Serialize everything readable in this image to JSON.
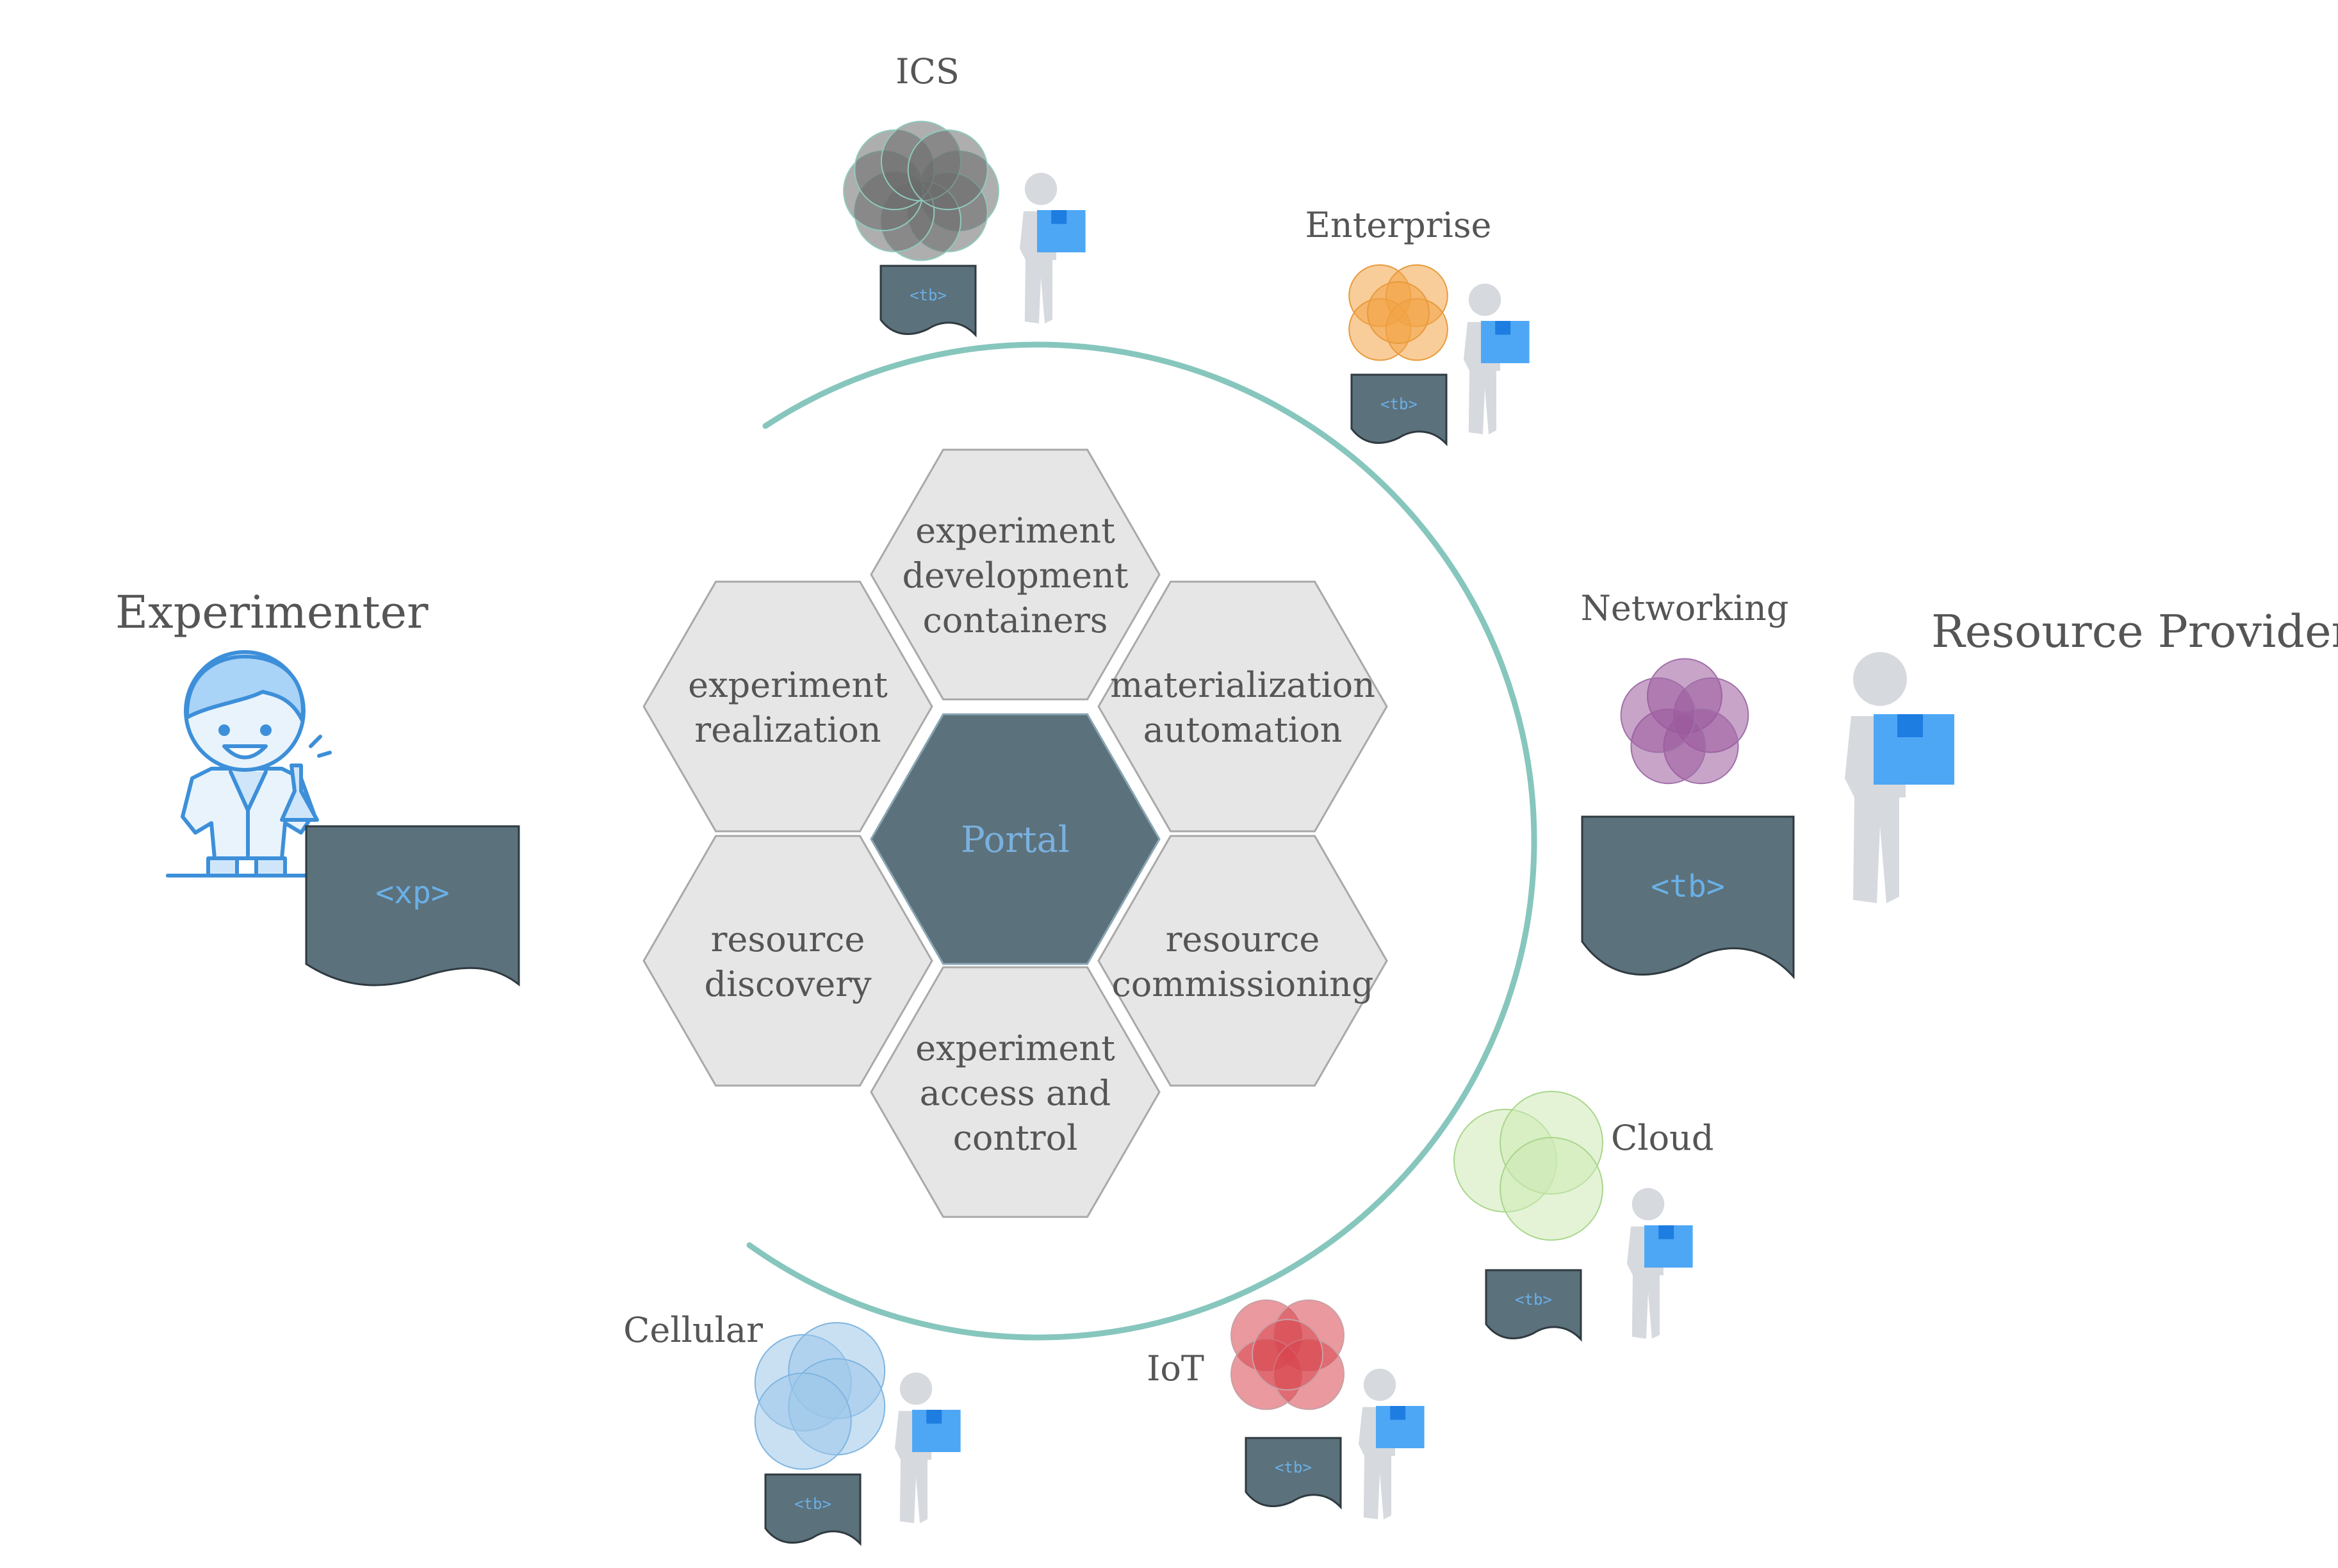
{
  "colors": {
    "hex_fill": "#e6e6e6",
    "hex_stroke": "#a9a9a9",
    "portal_fill": "#5b717c",
    "portal_text": "#7ab0de",
    "doc_fill": "#5b717c",
    "arc": "#86c6bd",
    "person": "#d6d9de",
    "box": "#4ea7f5",
    "box_dark": "#1e7de0",
    "label": "#555555"
  },
  "actors": {
    "experimenter": {
      "label": "Experimenter",
      "doc_label": "<xp>"
    },
    "resource_provider": {
      "label": "Resource Provider"
    }
  },
  "portal": {
    "center_label": "Portal",
    "modules": [
      {
        "name": "experiment-development-containers",
        "lines": [
          "experiment",
          "development",
          "containers"
        ]
      },
      {
        "name": "materialization-automation",
        "lines": [
          "materialization",
          "automation"
        ]
      },
      {
        "name": "resource-commissioning",
        "lines": [
          "resource",
          "commissioning"
        ]
      },
      {
        "name": "experiment-access-and-control",
        "lines": [
          "experiment",
          "access and",
          "control"
        ]
      },
      {
        "name": "resource-discovery",
        "lines": [
          "resource",
          "discovery"
        ]
      },
      {
        "name": "experiment-realization",
        "lines": [
          "experiment",
          "realization"
        ]
      }
    ]
  },
  "testbeds": [
    {
      "name": "ics",
      "label": "ICS",
      "doc_label": "<tb>",
      "color": "#6c6c6c",
      "stroke": "#8fc9bd"
    },
    {
      "name": "enterprise",
      "label": "Enterprise",
      "doc_label": "<tb>",
      "color": "#f2a445",
      "stroke": "#e89a3c"
    },
    {
      "name": "networking",
      "label": "Networking",
      "doc_label": "<tb>",
      "color": "#9b5a9c",
      "stroke": "#a070a8"
    },
    {
      "name": "cloud",
      "label": "Cloud",
      "doc_label": "<tb>",
      "color": "#cdeab5",
      "stroke": "#a9d68c"
    },
    {
      "name": "iot",
      "label": "IoT",
      "doc_label": "<tb>",
      "color": "#d9454f",
      "stroke": "#c9a0a5"
    },
    {
      "name": "cellular",
      "label": "Cellular",
      "doc_label": "<tb>",
      "color": "#9cc7ea",
      "stroke": "#7fb5e0"
    }
  ]
}
